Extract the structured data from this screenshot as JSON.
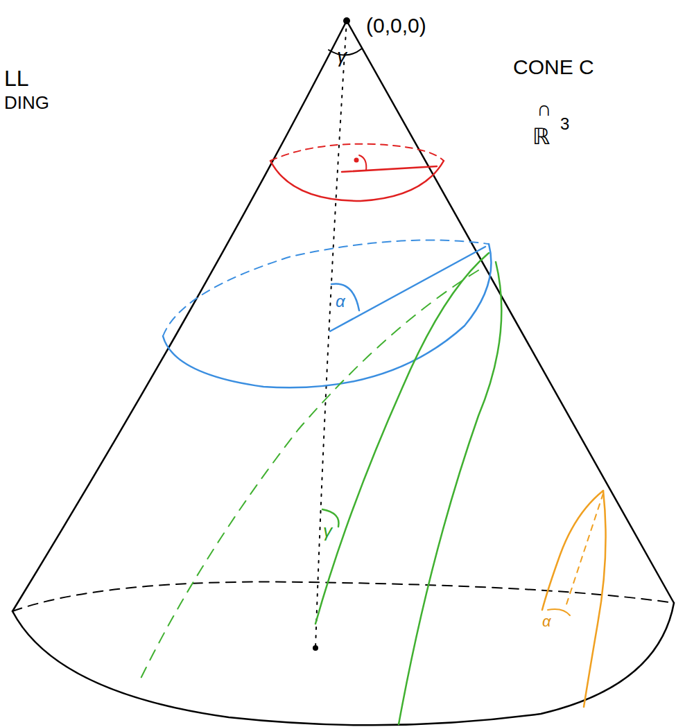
{
  "diagram": {
    "labels": [
      "LL",
      "DING",
      "(0,0,0)",
      "CONE C",
      "∩",
      "ℝ",
      "3",
      "γ",
      "α",
      "γ",
      "α"
    ]
  }
}
